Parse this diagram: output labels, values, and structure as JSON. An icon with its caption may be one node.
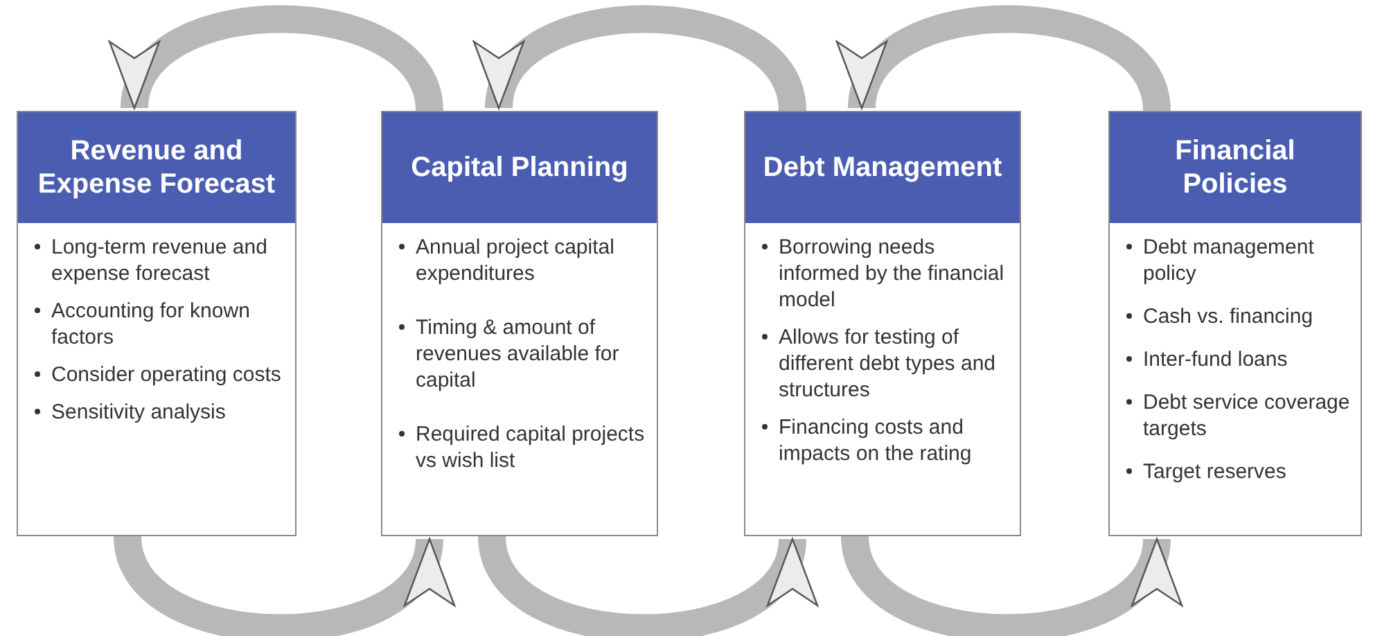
{
  "diagram": {
    "nodes": [
      {
        "text": [
          "Revenue and Expense Forecast",
          "Long-term revenue and expense forecast",
          "Accounting for known factors",
          "Consider operating costs",
          "Sensitivity analysis"
        ]
      },
      {
        "text": [
          "Capital Planning",
          "Annual project capital expenditures",
          "Timing & amount of revenues available for capital",
          "Required capital projects vs wish list"
        ]
      },
      {
        "text": [
          "Debt Management",
          "Borrowing needs informed by the financial model",
          "Allows for testing of different debt types and structures",
          "Financing costs and impacts on the rating"
        ]
      },
      {
        "text": [
          "Financial Policies",
          "Debt management policy",
          "Cash vs. financing",
          "Inter-fund loans",
          "Debt service coverage targets",
          "Target reserves"
        ]
      }
    ],
    "edges": [
      {
        "from": 1,
        "to": 0,
        "arrow": "to"
      },
      {
        "from": 2,
        "to": 1,
        "arrow": "to"
      },
      {
        "from": 3,
        "to": 2,
        "arrow": "to"
      },
      {
        "from": 0,
        "to": 1,
        "arrow": "to"
      },
      {
        "from": 1,
        "to": 2,
        "arrow": "to"
      },
      {
        "from": 2,
        "to": 3,
        "arrow": "to"
      }
    ]
  }
}
